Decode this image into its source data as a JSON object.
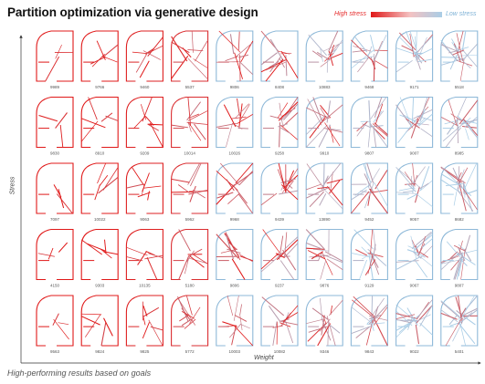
{
  "title": "Partition optimization via generative design",
  "legend": {
    "high": "High stress",
    "low": "Low stress"
  },
  "colors": {
    "high": "#e01818",
    "low": "#a9cde6"
  },
  "axes": {
    "y": "Stress",
    "x": "Weight"
  },
  "caption": "High-performing results based on goals",
  "grid": {
    "rows": [
      {
        "labels": [
          "9989",
          "9766",
          "9460",
          "5537",
          "9806",
          "8408",
          "10883",
          "9468",
          "9171",
          "5518"
        ]
      },
      {
        "labels": [
          "9830",
          "8910",
          "9209",
          "10014",
          "10026",
          "9258",
          "9910",
          "9807",
          "9007",
          "8985"
        ]
      },
      {
        "labels": [
          "7097",
          "10022",
          "9063",
          "5962",
          "9968",
          "9439",
          "13890",
          "9452",
          "9057",
          "8682"
        ]
      },
      {
        "labels": [
          "4150",
          "9303",
          "10135",
          "5180",
          "9806",
          "9237",
          "9876",
          "9129",
          "9067",
          "9807"
        ]
      },
      {
        "labels": [
          "9563",
          "9824",
          "9825",
          "5772",
          "10003",
          "10082",
          "9346",
          "9843",
          "9022",
          "5401"
        ]
      }
    ]
  }
}
